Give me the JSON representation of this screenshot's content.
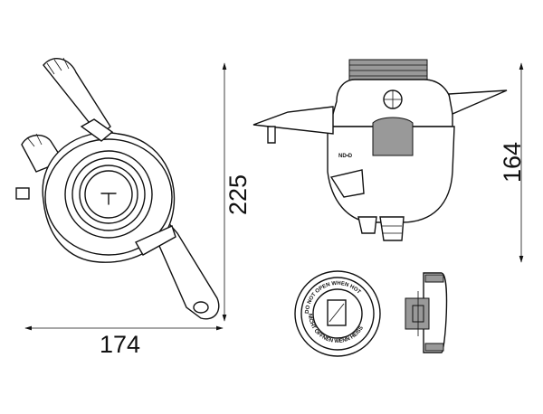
{
  "dimensions": {
    "width": "174",
    "height_left": "225",
    "height_right": "164"
  },
  "cap_text": {
    "line1": "DO NOT OPEN WHEN HOT",
    "line2": "NICHT ÖFFNEN WENN HEISS"
  }
}
